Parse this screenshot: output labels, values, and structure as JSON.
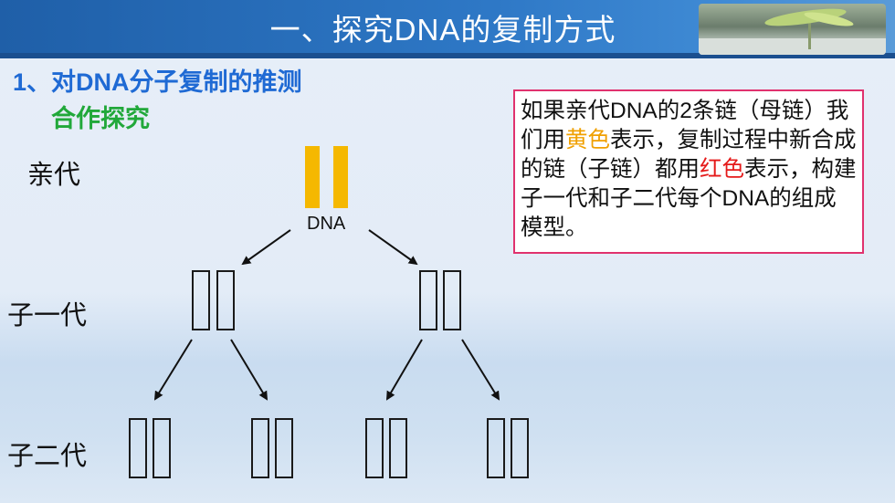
{
  "header": {
    "title": "一、探究DNA的复制方式"
  },
  "headings": {
    "section": "1、对DNA分子复制的推测",
    "subsection": "合作探究"
  },
  "generations": {
    "parent": "亲代",
    "first": "子一代",
    "second": "子二代"
  },
  "diagram": {
    "dna_label": "DNA",
    "strand_colors": {
      "parent": "#f5b800",
      "new": "#e51a1a"
    }
  },
  "instructions": {
    "part1": "如果亲代DNA的2条链（母链）我们用",
    "yellow_word": "黄色",
    "part2": "表示，复制过程中新合成的链（子链）都用",
    "red_word": "红色",
    "part3": "表示，构建子一代和子二代每个DNA的组成模型。"
  }
}
